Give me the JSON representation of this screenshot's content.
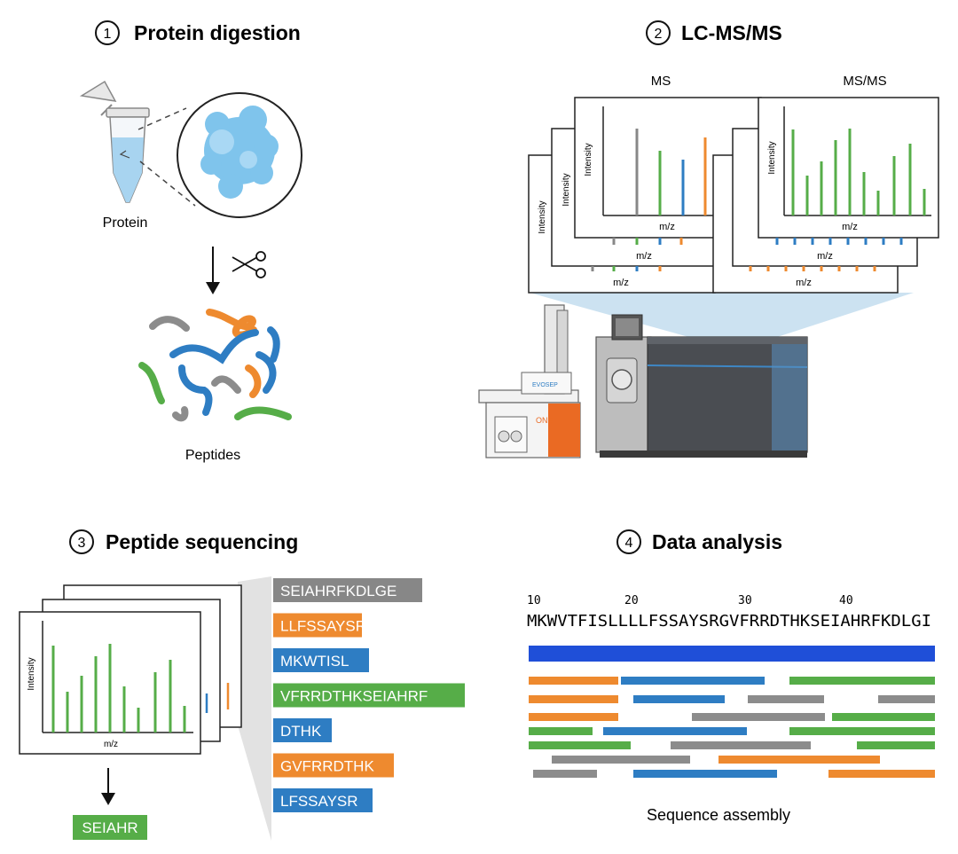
{
  "steps": [
    {
      "number": "1",
      "title": "Protein digestion"
    },
    {
      "number": "2",
      "title": "LC-MS/MS"
    },
    {
      "number": "3",
      "title": "Peptide sequencing"
    },
    {
      "number": "4",
      "title": "Data analysis"
    }
  ],
  "digestion": {
    "protein_label": "Protein",
    "peptides_label": "Peptides"
  },
  "lcms": {
    "ms_header": "MS",
    "msms_header": "MS/MS",
    "x_axis_label": "m/z",
    "y_axis_label": "Intensity",
    "instrument_badge": "EVOSEP",
    "instrument_name": "ONE"
  },
  "sequencing": {
    "x_axis_label": "m/z",
    "y_axis_label": "Intensity",
    "result_peptide": "SEIAHR",
    "peptides": [
      {
        "text": "SEIAHRFKDLGE",
        "color": "#878787"
      },
      {
        "text": "LLFSSAYSR",
        "color": "#ee8a2f"
      },
      {
        "text": "MKWTISL",
        "color": "#2e7dc3"
      },
      {
        "text": "VFRRDTHKSEIAHRF",
        "color": "#56ad48"
      },
      {
        "text": "DTHK",
        "color": "#2e7dc3"
      },
      {
        "text": "GVFRRDTHK",
        "color": "#ee8a2f"
      },
      {
        "text": "LFSSAYSR",
        "color": "#2e7dc3"
      }
    ]
  },
  "analysis": {
    "positions": [
      "10",
      "20",
      "30",
      "40"
    ],
    "sequence": "MKWVTFISLLLLFSSAYSRGVFRRDTHKSEIAHRFKDLGI",
    "caption": "Sequence assembly",
    "colors": {
      "gray": "#8c8c8c",
      "orange": "#ee8a2f",
      "blue": "#2e7dc3",
      "green": "#56ad48",
      "full": "#1f4fd8"
    }
  }
}
